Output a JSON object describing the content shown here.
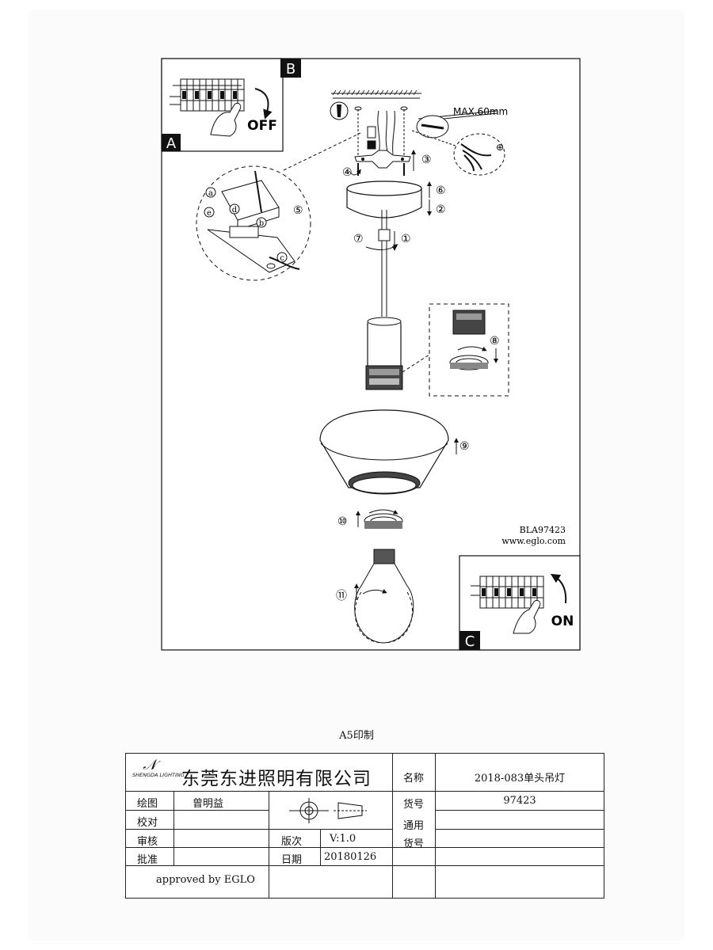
{
  "instruction": {
    "panel_labels": [
      "A",
      "B",
      "C"
    ],
    "switch_off_label": "OFF",
    "switch_on_label": "ON",
    "max_length_label": "MAX.60mm",
    "detail_letters": [
      "a",
      "b",
      "c",
      "d",
      "e"
    ],
    "step_numbers": [
      "①",
      "②",
      "③",
      "④",
      "⑤",
      "⑥",
      "⑦",
      "⑧",
      "⑨",
      "⑩",
      "⑪"
    ],
    "earth_symbol": "⊕",
    "model_code": "BLA97423",
    "website": "www.eglo.com"
  },
  "print_note": "A5印制",
  "title_block": {
    "logo_text": "SHENGDA LIGHTING",
    "company": "东莞东进照明有限公司",
    "rows": {
      "drawn_label": "绘图",
      "drawn_value": "曾明益",
      "checked_label": "校对",
      "reviewed_label": "审核",
      "approved_label": "批准",
      "version_label": "版次",
      "version_value": "V:1.0",
      "date_label": "日期",
      "date_value": "20180126",
      "name_label": "名称",
      "name_value": "2018-083单头吊灯",
      "item_no_label": "货号",
      "item_no_value": "97423",
      "common_label_1": "通用",
      "common_label_2": "货号"
    },
    "approved_by": "approved by EGLO"
  }
}
